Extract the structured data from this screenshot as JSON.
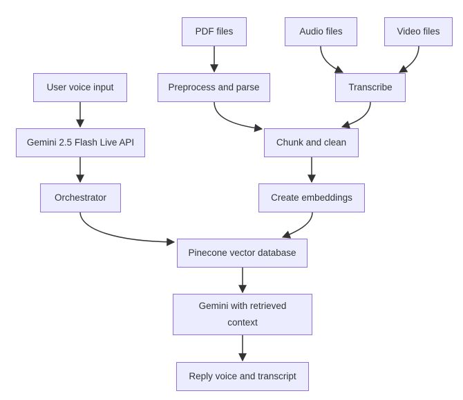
{
  "diagram": {
    "type": "flowchart",
    "direction": "top-down",
    "colors": {
      "node_fill": "#ECECFF",
      "node_border": "#9370DB",
      "edge_stroke": "#333333",
      "text": "#333333",
      "background": "#ffffff"
    },
    "nodes": [
      {
        "id": "pdf",
        "label": "PDF files"
      },
      {
        "id": "audio",
        "label": "Audio files"
      },
      {
        "id": "video",
        "label": "Video files"
      },
      {
        "id": "user_voice",
        "label": "User voice input"
      },
      {
        "id": "preprocess",
        "label": "Preprocess and parse"
      },
      {
        "id": "transcribe",
        "label": "Transcribe"
      },
      {
        "id": "gemini_live",
        "label": "Gemini 2.5 Flash Live API"
      },
      {
        "id": "chunk",
        "label": "Chunk and clean"
      },
      {
        "id": "orchestrator",
        "label": "Orchestrator"
      },
      {
        "id": "embeddings",
        "label": "Create embeddings"
      },
      {
        "id": "pinecone",
        "label": "Pinecone vector database"
      },
      {
        "id": "gemini_context",
        "label": "Gemini with retrieved\ncontext"
      },
      {
        "id": "reply",
        "label": "Reply voice and transcript"
      }
    ],
    "edges": [
      {
        "from": "PDF files",
        "to": "Preprocess and parse"
      },
      {
        "from": "Audio files",
        "to": "Transcribe"
      },
      {
        "from": "Video files",
        "to": "Transcribe"
      },
      {
        "from": "User voice input",
        "to": "Gemini 2.5 Flash Live API"
      },
      {
        "from": "Preprocess and parse",
        "to": "Chunk and clean"
      },
      {
        "from": "Transcribe",
        "to": "Chunk and clean"
      },
      {
        "from": "Gemini 2.5 Flash Live API",
        "to": "Orchestrator"
      },
      {
        "from": "Chunk and clean",
        "to": "Create embeddings"
      },
      {
        "from": "Orchestrator",
        "to": "Pinecone vector database"
      },
      {
        "from": "Create embeddings",
        "to": "Pinecone vector database"
      },
      {
        "from": "Pinecone vector database",
        "to": "Gemini with retrieved context"
      },
      {
        "from": "Gemini with retrieved context",
        "to": "Reply voice and transcript"
      }
    ]
  }
}
